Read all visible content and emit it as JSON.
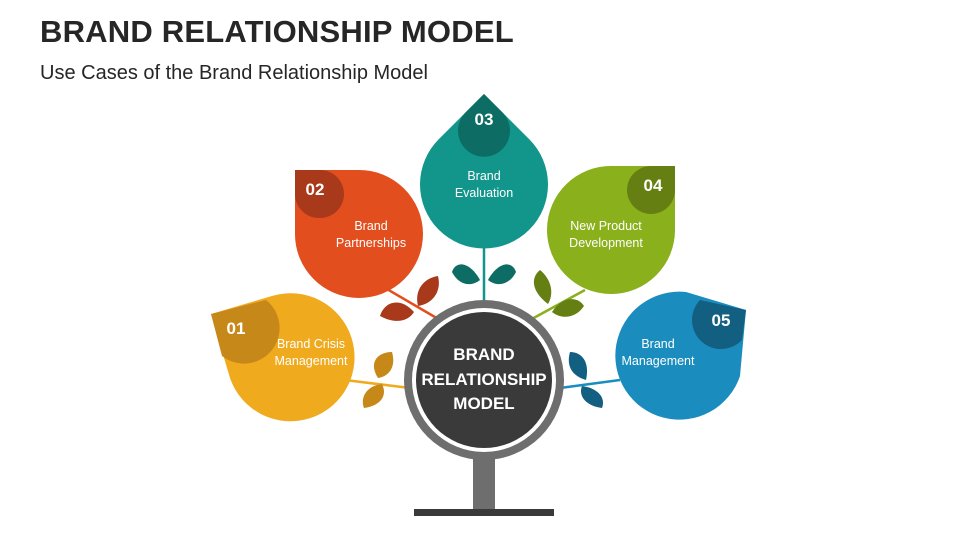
{
  "header": {
    "title": "BRAND RELATIONSHIP MODEL",
    "subtitle": "Use Cases of the Brand Relationship Model"
  },
  "center": {
    "lines": [
      "BRAND",
      "RELATIONSHIP",
      "MODEL"
    ]
  },
  "petals": [
    {
      "number": "01",
      "lines": [
        "Brand Crisis",
        "Management"
      ],
      "color": "#F0AA1E",
      "accent": "#C7881A"
    },
    {
      "number": "02",
      "lines": [
        "Brand",
        "Partnerships"
      ],
      "color": "#E24E1E",
      "accent": "#A8391A"
    },
    {
      "number": "03",
      "lines": [
        "Brand",
        "Evaluation"
      ],
      "color": "#12968B",
      "accent": "#0D6C63"
    },
    {
      "number": "04",
      "lines": [
        "New Product",
        "Development"
      ],
      "color": "#8AB01C",
      "accent": "#667F12"
    },
    {
      "number": "05",
      "lines": [
        "Brand",
        "Management"
      ],
      "color": "#1A8DBE",
      "accent": "#135F82"
    }
  ],
  "colors": {
    "hub_dark": "#3A3A3A",
    "hub_ring": "#6E6E6E",
    "stand": "#6E6E6E"
  }
}
